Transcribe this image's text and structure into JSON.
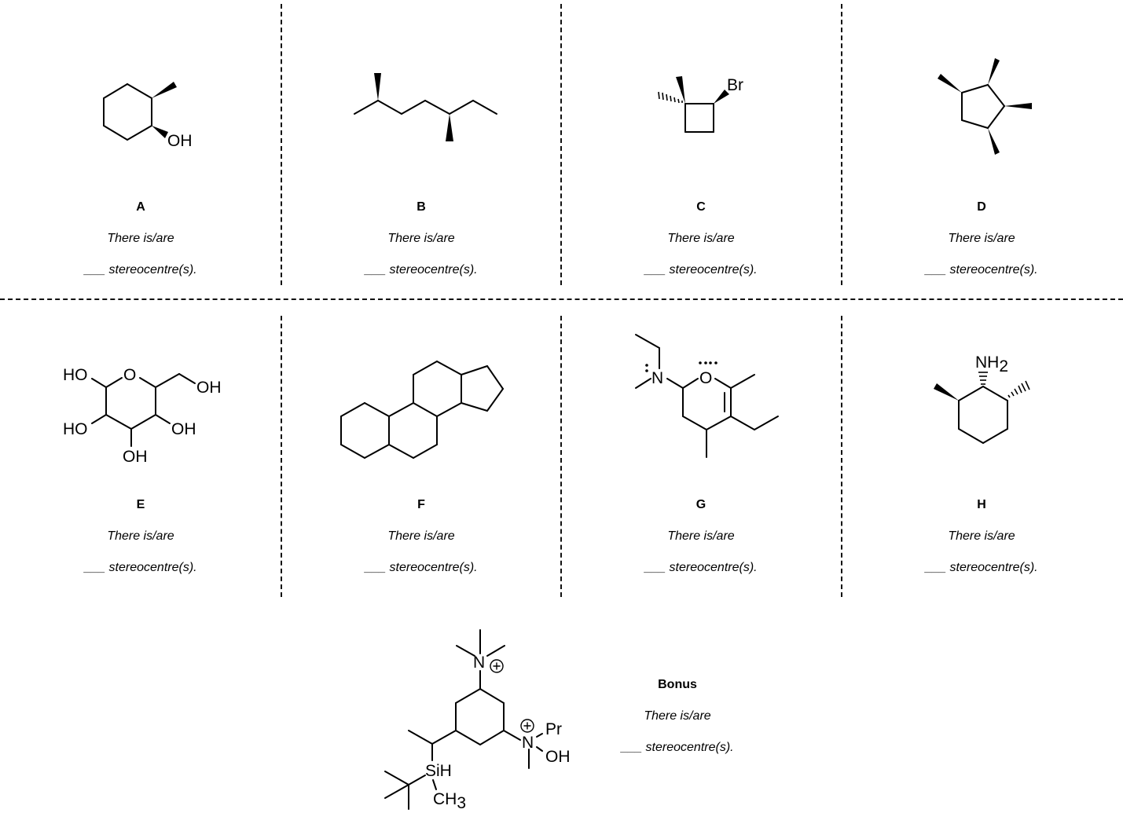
{
  "question_text": "There is/are",
  "answer_text": "___ stereocentre(s).",
  "compounds": [
    {
      "label": "A"
    },
    {
      "label": "B"
    },
    {
      "label": "C",
      "atoms": {
        "br": "Br"
      }
    },
    {
      "label": "D"
    },
    {
      "label": "E",
      "atoms": {
        "ho1": "HO",
        "o": "O",
        "oh1": "OH",
        "ho2": "HO",
        "oh2": "OH",
        "oh3": "OH"
      }
    },
    {
      "label": "F"
    },
    {
      "label": "G",
      "atoms": {
        "n": "N",
        "o": "O"
      }
    },
    {
      "label": "H",
      "atoms": {
        "nh": "NH",
        "sub": "2"
      }
    },
    {
      "label": "Bonus",
      "atoms": {
        "n_top": "N",
        "n_right": "N",
        "pr": "Pr",
        "oh": "OH",
        "sih": "SiH",
        "ch": "CH",
        "sub": "3",
        "plus": "+"
      }
    }
  ]
}
